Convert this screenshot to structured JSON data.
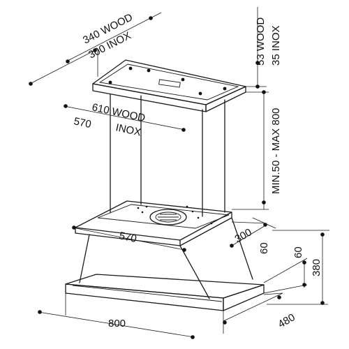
{
  "drawing_labels": {
    "top_depth_wood": "340 WOOD",
    "top_depth_inox": "300   INOX",
    "top_width_wood": "610 WOOD",
    "top_width_inox_value": "570",
    "top_width_inox_word": "INOX",
    "top_plate_wood": "53  WOOD",
    "top_plate_inox": "35   INOX",
    "chimney_height": "MIN.50 - MAX 800",
    "canopy_width": "570",
    "canopy_depth": "300",
    "canopy_height": "60",
    "hood_height_small": "60",
    "hood_height_total": "380",
    "base_width": "800",
    "base_depth": "480"
  }
}
